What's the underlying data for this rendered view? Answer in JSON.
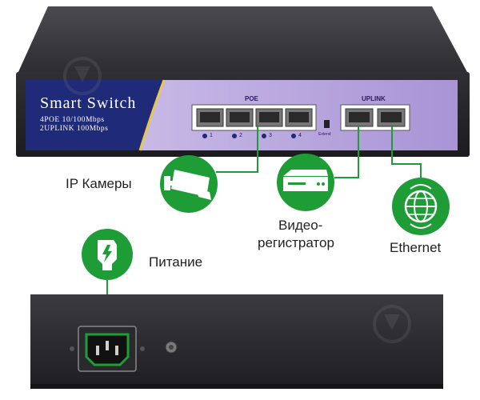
{
  "switch": {
    "brand_title": "Smart Switch",
    "spec_line1": "4POE 10/100Mbps",
    "spec_line2": "2UPLINK 100Mbps",
    "poe_label": "POE",
    "uplink_label": "UPLINK",
    "extend_label": "Extend",
    "port_numbers": [
      "1",
      "2",
      "3",
      "4"
    ]
  },
  "callouts": {
    "ip_cameras": "IP Камеры",
    "dvr_line1": "Видео-",
    "dvr_line2": "регистратор",
    "ethernet": "Ethernet",
    "power": "Питание"
  },
  "colors": {
    "accent_green": "#1e9d36",
    "panel_purple": "#b7a3dc",
    "brand_navy": "#1f2a78",
    "chassis_dark": "#2b2b2f"
  },
  "icons": {
    "camera": "cctv-camera-icon",
    "dvr": "dvr-recorder-icon",
    "globe": "globe-network-icon",
    "power": "power-plug-icon"
  }
}
